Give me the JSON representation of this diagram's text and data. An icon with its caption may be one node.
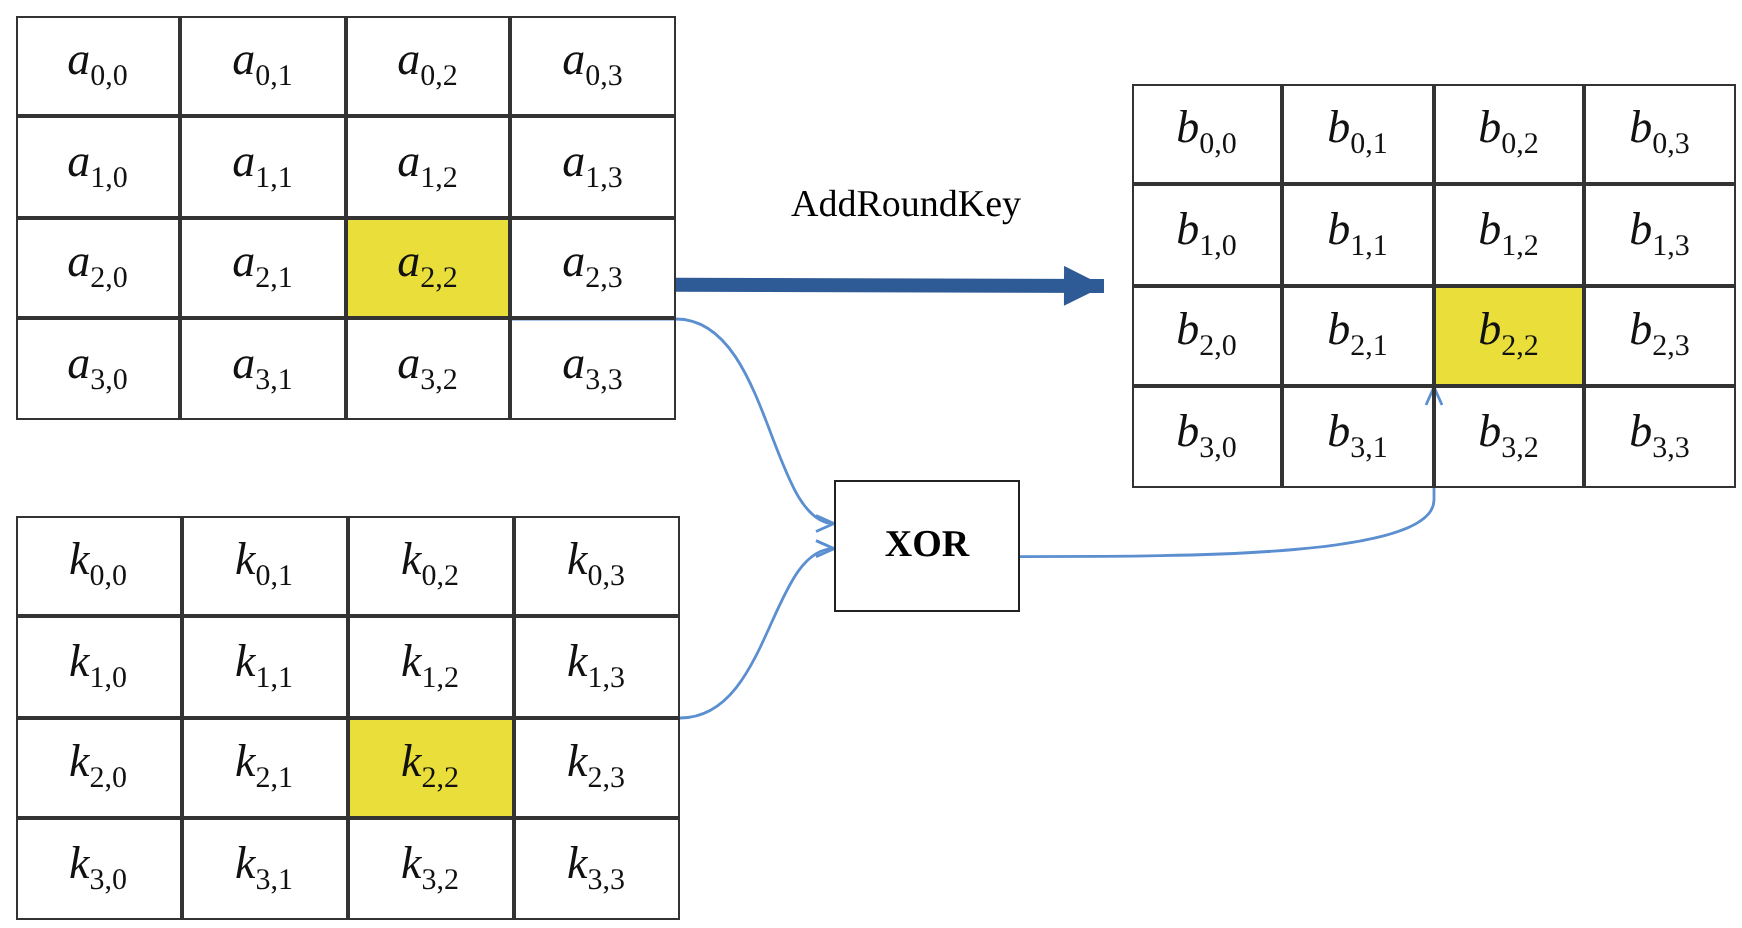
{
  "diagram": {
    "nodes": [
      {
        "text": [],
        "shape": "box"
      },
      {
        "text": [
          "*a*$_{0,0}$"
        ],
        "in": 0
      },
      {
        "text": [
          "*a*$_{0,1}$"
        ],
        "in": 0
      },
      {
        "text": [
          "*a*$_{0,2}$"
        ],
        "in": 0
      },
      {
        "text": [
          "*a*$_{0,3}$"
        ],
        "in": 0
      },
      {
        "text": [
          "*a*$_{1,0}$"
        ],
        "in": 0
      },
      {
        "text": [
          "*a*$_{1,1}$"
        ],
        "in": 0
      },
      {
        "text": [
          "*a*$_{1,2}$"
        ],
        "in": 0
      },
      {
        "text": [
          "*a*$_{1,3}$"
        ],
        "in": 0
      },
      {
        "text": [
          "*a*$_{2,0}$"
        ],
        "in": 0
      },
      {
        "text": [
          "*a*$_{2,1}$"
        ],
        "in": 0
      },
      {
        "text": [
          "*a*$_{2,2}$"
        ],
        "in": 0
      },
      {
        "text": [
          "*a*$_{2,3}$"
        ],
        "in": 0
      },
      {
        "text": [
          "*a*$_{3,0}$"
        ],
        "in": 0
      },
      {
        "text": [
          "*a*$_{3,1}$"
        ],
        "in": 0
      },
      {
        "text": [
          "*a*$_{3,2}$"
        ],
        "in": 0
      },
      {
        "text": [
          "*a*$_{3,3}$"
        ],
        "in": 0
      },
      {
        "text": [],
        "shape": "box"
      },
      {
        "text": [
          "*b*$_{0,0}$"
        ],
        "in": 17
      },
      {
        "text": [
          "*b*$_{0,1}$"
        ],
        "in": 17
      },
      {
        "text": [
          "*b*$_{0,2}$"
        ],
        "in": 17
      },
      {
        "text": [
          "*b*$_{0,3}$"
        ],
        "in": 17
      },
      {
        "text": [
          "*b*$_{1,0}$"
        ],
        "in": 17
      },
      {
        "text": [
          "*b*$_{1,1}$"
        ],
        "in": 17
      },
      {
        "text": [
          "*b*$_{1,2}$"
        ],
        "in": 17
      },
      {
        "text": [
          "*b*$_{1,3}$"
        ],
        "in": 17
      },
      {
        "text": [
          "*b*$_{2,0}$"
        ],
        "in": 17
      },
      {
        "text": [
          "*b*$_{2,1}$"
        ],
        "in": 17
      },
      {
        "text": [
          "*b*$_{2,2}$"
        ],
        "in": 17
      },
      {
        "text": [
          "*b*$_{2,3}$"
        ],
        "in": 17
      },
      {
        "text": [
          "*b*$_{3,0}$"
        ],
        "in": 17
      },
      {
        "text": [
          "*b*$_{3,1}$"
        ],
        "in": 17
      },
      {
        "text": [
          "*b*$_{3,2}$"
        ],
        "in": 17
      },
      {
        "text": [
          "*b*$_{3,3}$"
        ],
        "in": 17
      },
      {
        "text": [],
        "shape": "box"
      },
      {
        "text": [
          "*k*$_{0,0}$"
        ],
        "in": 34
      },
      {
        "text": [
          "*k*$_{0,1}$"
        ],
        "in": 34
      },
      {
        "text": [
          "*k*$_{0,2}$"
        ],
        "in": 34
      },
      {
        "text": [
          "*k*$_{0,3}$"
        ],
        "in": 34
      },
      {
        "text": [
          "*k*$_{1,0}$"
        ],
        "in": 34
      },
      {
        "text": [
          "*k*$_{1,1}$"
        ],
        "in": 34
      },
      {
        "text": [
          "*k*$_{1,2}$"
        ],
        "in": 34
      },
      {
        "text": [
          "*k*$_{1,3}$"
        ],
        "in": 34
      },
      {
        "text": [
          "*k*$_{2,0}$"
        ],
        "in": 34
      },
      {
        "text": [
          "*k*$_{2,1}$"
        ],
        "in": 34
      },
      {
        "text": [
          "*k*$_{2,2}$"
        ],
        "in": 34
      },
      {
        "text": [
          "*k*$_{2,3}$"
        ],
        "in": 34
      },
      {
        "text": [
          "*k*$_{3,0}$"
        ],
        "in": 34
      },
      {
        "text": [
          "*k*$_{3,1}$"
        ],
        "in": 34
      },
      {
        "text": [
          "*k*$_{3,2}$"
        ],
        "in": 34
      },
      {
        "text": [
          "*k*$_{3,3}$"
        ],
        "in": 34
      },
      {
        "text": [
          "XOR"
        ]
      }
    ],
    "edges": [
      {
        "from": 0,
        "to": 17,
        "arrow": "to",
        "label": "AddRoundKey",
        "style": "thick",
        "color": "#2e5a96"
      },
      {
        "from": 11,
        "to": 51,
        "arrow": "to"
      },
      {
        "from": 45,
        "to": 51,
        "arrow": "to"
      },
      {
        "from": 51,
        "to": 28,
        "arrow": "to"
      }
    ]
  }
}
